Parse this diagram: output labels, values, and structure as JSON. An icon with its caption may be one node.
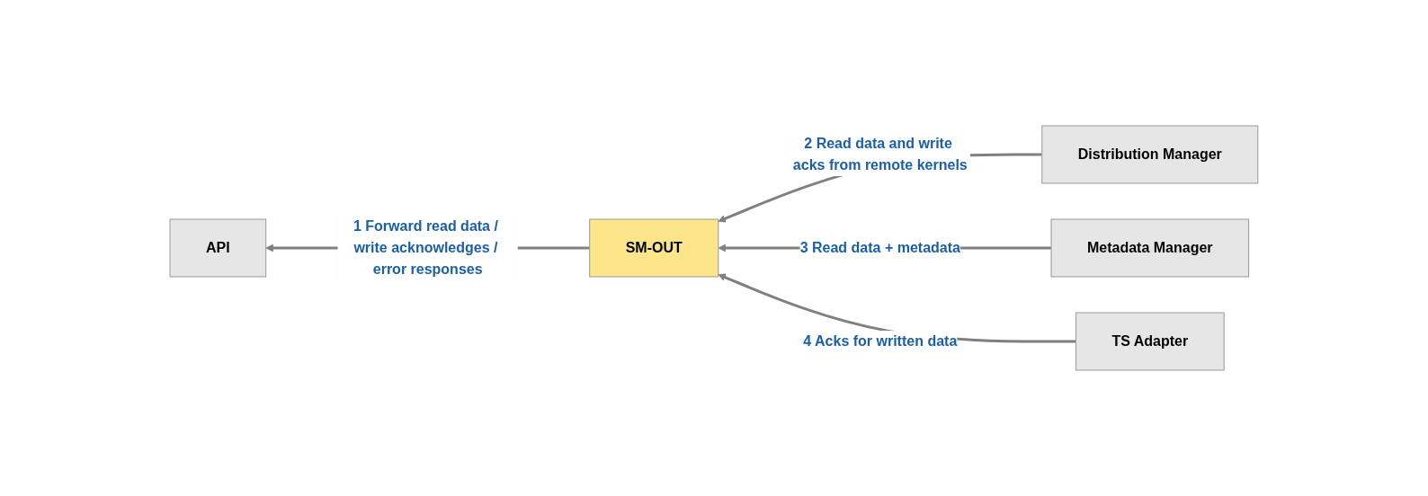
{
  "diagram": {
    "nodes": [
      {
        "text": [
          "API"
        ]
      },
      {
        "text": [
          "SM-OUT"
        ]
      },
      {
        "text": [
          "Distribution Manager"
        ]
      },
      {
        "text": [
          "Metadata Manager"
        ]
      },
      {
        "text": [
          "TS Adapter"
        ]
      }
    ],
    "edges": [
      {
        "from": 1,
        "to": 0,
        "arrow": "to",
        "label": "1 Forward read data / write acknowledges / error responses"
      },
      {
        "from": 2,
        "to": 1,
        "arrow": "to",
        "label": "2 Read data and write acks from remote kernels"
      },
      {
        "from": 3,
        "to": 1,
        "arrow": "to",
        "label": "3 Read data + metadata"
      },
      {
        "from": 4,
        "to": 1,
        "arrow": "to",
        "label": "4 Acks for written data"
      }
    ]
  }
}
